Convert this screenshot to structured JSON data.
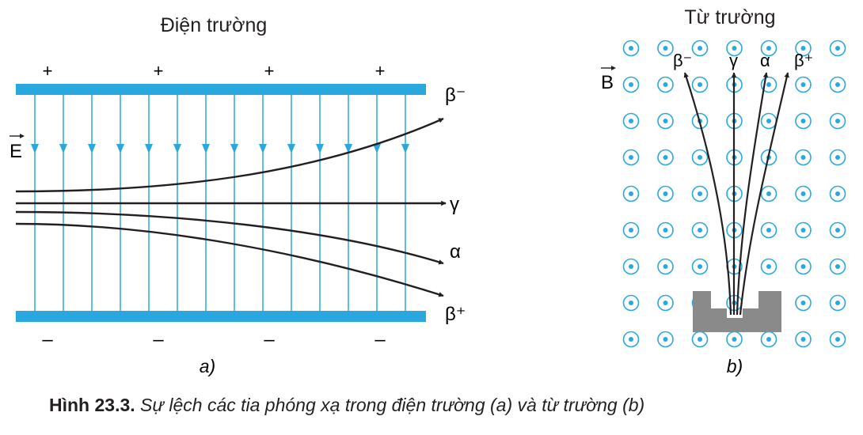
{
  "panel_a": {
    "title": "Điện trường",
    "plus_signs": [
      "+",
      "+",
      "+",
      "+"
    ],
    "minus_signs": [
      "–",
      "–",
      "–",
      "–"
    ],
    "field_symbol": "E",
    "ray_labels": {
      "beta_minus": "β⁻",
      "gamma": "γ",
      "alpha": "α",
      "beta_plus": "β⁺"
    },
    "sublabel": "a)"
  },
  "panel_b": {
    "title": "Từ trường",
    "field_symbol": "B",
    "ray_labels": {
      "beta_minus": "β⁻",
      "gamma": "γ",
      "alpha": "α",
      "beta_plus": "β⁺"
    },
    "sublabel": "b)"
  },
  "caption": {
    "label": "Hình 23.3.",
    "text": " Sự lệch các tia phóng xạ trong điện trường (a) và từ trường (b)"
  },
  "colors": {
    "plate": "#29a8e0",
    "field_line": "#29a8e0",
    "ray": "#231f20",
    "source": "#8a8a8a",
    "text": "#231f20"
  }
}
